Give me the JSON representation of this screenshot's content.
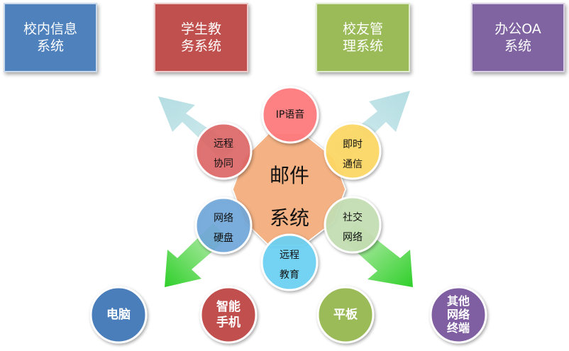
{
  "top_boxes": [
    {
      "text": "校内信息\n系统",
      "color": "#4f81bd"
    },
    {
      "text": "学生教\n务系统",
      "color": "#c0504d"
    },
    {
      "text": "校友管\n理系统",
      "color": "#9bbb59"
    },
    {
      "text": "办公OA\n系统",
      "color": "#8064a2"
    }
  ],
  "center": {
    "text": "邮件\n系统",
    "color": "#f4b183"
  },
  "features": [
    {
      "text": "IP语音",
      "color": "#ff7c80"
    },
    {
      "text": "即时\n通信",
      "color": "#ffd966"
    },
    {
      "text": "社交\n网络",
      "color": "#c5e0b4"
    },
    {
      "text": "远程\n教育",
      "color": "#6ed3f5"
    },
    {
      "text": "网络\n硬盘",
      "color": "#6fa8dc"
    },
    {
      "text": "远程\n协同",
      "color": "#e06666"
    }
  ],
  "devices": [
    {
      "text": "电脑",
      "color": "#4a7ebb"
    },
    {
      "text": "智能\n手机",
      "color": "#c0504d"
    },
    {
      "text": "平板",
      "color": "#9bbb59"
    },
    {
      "text": "其他\n网络\n终端",
      "color": "#7f5fa1"
    }
  ]
}
